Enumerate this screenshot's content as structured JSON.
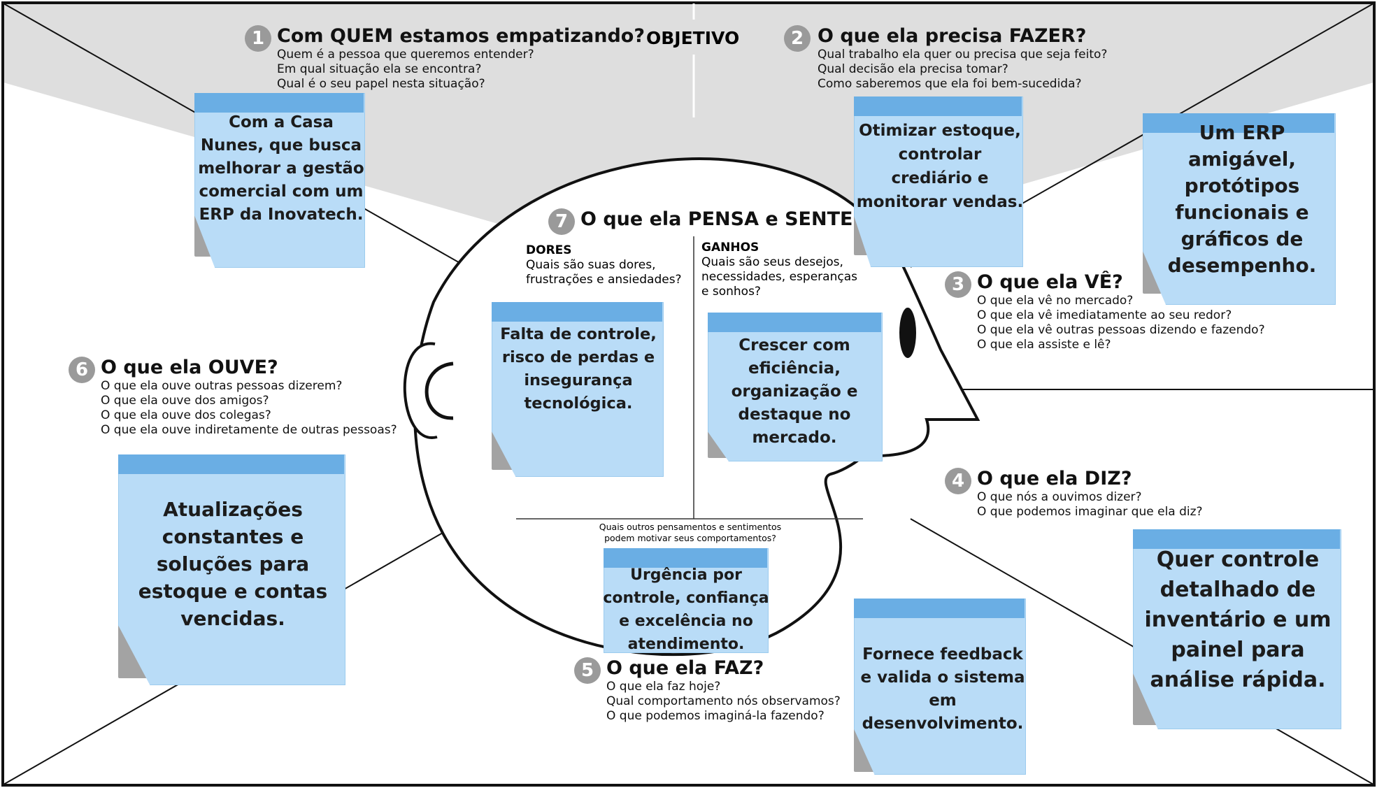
{
  "canvas": {
    "title": "Mapa de Empatia"
  },
  "objective_label": "OBJETIVO",
  "sections": {
    "who": {
      "number": "1",
      "title": "Com QUEM estamos empatizando?",
      "questions": [
        "Quem é a pessoa que queremos entender?",
        "Em qual situação ela se encontra?",
        "Qual é o seu papel nesta situação?"
      ]
    },
    "do_need": {
      "number": "2",
      "title": "O que ela precisa FAZER?",
      "questions": [
        "Qual trabalho ela quer ou precisa que seja feito?",
        "Qual decisão ela precisa tomar?",
        "Como saberemos que ela foi bem-sucedida?"
      ]
    },
    "see": {
      "number": "3",
      "title": "O que ela VÊ?",
      "questions": [
        "O que ela vê no mercado?",
        "O que ela vê imediatamente ao seu redor?",
        "O que ela vê outras pessoas dizendo e fazendo?",
        "O que ela assiste e lê?"
      ]
    },
    "say": {
      "number": "4",
      "title": "O que ela DIZ?",
      "questions": [
        "O que nós a ouvimos dizer?",
        "O que podemos imaginar que ela diz?"
      ]
    },
    "does": {
      "number": "5",
      "title": "O que ela FAZ?",
      "questions": [
        "O que ela faz hoje?",
        "Qual comportamento nós observamos?",
        "O que podemos imaginá-la fazendo?"
      ]
    },
    "hear": {
      "number": "6",
      "title": "O que ela OUVE?",
      "questions": [
        "O que ela ouve outras pessoas dizerem?",
        "O que ela ouve dos amigos?",
        "O que ela ouve dos colegas?",
        "O que ela ouve indiretamente de outras pessoas?"
      ]
    },
    "think_feel": {
      "number": "7",
      "title": "O que ela PENSA e SENTE?",
      "pains": {
        "title": "DORES",
        "questions": [
          "Quais são suas dores,",
          "frustrações e ansiedades?"
        ]
      },
      "gains": {
        "title": "GANHOS",
        "questions": [
          "Quais são seus desejos,",
          "necessidades, esperanças",
          "e sonhos?"
        ]
      },
      "other": [
        "Quais outros pensamentos e sentimentos",
        "podem motivar seus comportamentos?"
      ]
    }
  },
  "notes": {
    "who": "Com a Casa Nunes, que busca melhorar a gestão comercial com um ERP da Inovatech.",
    "do_need": "Otimizar estoque, controlar crediário e monitorar vendas.",
    "see": "Um ERP amigável, protótipos funcionais e gráficos de desempenho.",
    "pains": "Falta de controle, risco de perdas e insegurança tecnológica.",
    "gains": "Crescer com eficiência, organização e destaque no mercado.",
    "other": "Urgência por controle, confiança e excelência no atendimento.",
    "hear": "Atualizações constantes e soluções para estoque e contas vencidas.",
    "does": "Fornece feedback e valida o sistema em desenvolvimento.",
    "say": "Quer controle detalhado de inventário e um painel para análise rápida."
  },
  "colors": {
    "top_band": "#dedede",
    "note_paper": "#b9dcf7",
    "note_band": "#6aaee4",
    "note_shadow": "#a3a3a3",
    "badge": "#9a9a9a"
  }
}
